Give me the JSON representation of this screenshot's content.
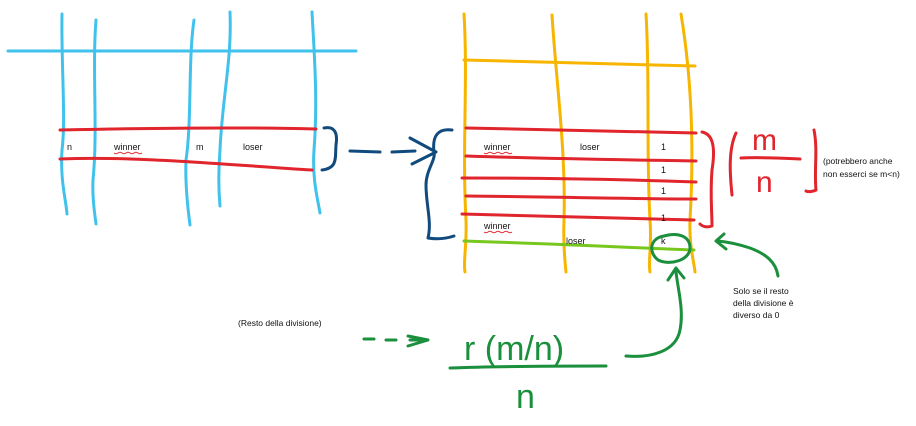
{
  "colors": {
    "left_grid": "#41c2ec",
    "right_grid": "#f7b500",
    "red_lines": "#e0252d",
    "green_formula": "#1a8f3c",
    "lime_line": "#77c71e",
    "blue_arrow": "#114a7d"
  },
  "left_table": {
    "labels": [
      "n",
      "winner",
      "m",
      "loser"
    ]
  },
  "right_table": {
    "row1_winner": "winner",
    "row1_loser": "loser",
    "ones": [
      "1",
      "1",
      "1",
      "1"
    ],
    "last_winner": "winner",
    "last_loser": "loser",
    "last_k": "k"
  },
  "notes": {
    "right_note_line1": "(potrebbero anche",
    "right_note_line2": "non esserci se m<n)",
    "bottom_note_line1": "Solo se il resto",
    "bottom_note_line2": "della divisione è",
    "bottom_note_line3": "diverso da 0",
    "left_note": "(Resto della divisione)"
  },
  "formulas": {
    "fraction_top": "m",
    "fraction_bottom": "n",
    "remainder_top": "r (m/n)",
    "remainder_bottom": "n"
  }
}
